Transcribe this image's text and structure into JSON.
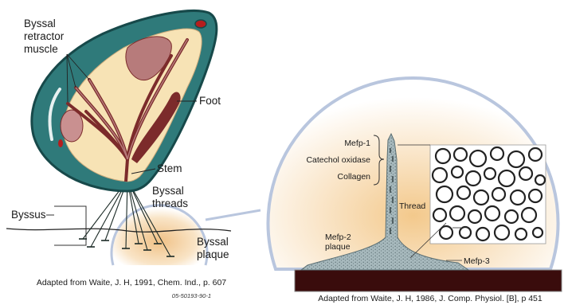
{
  "left_diagram": {
    "labels": {
      "byssal_retractor_line1": "Byssal",
      "byssal_retractor_line2": "retractor",
      "byssal_retractor_line3": "muscle",
      "foot": "Foot",
      "stem": "Stem",
      "byssal_threads_line1": "Byssal",
      "byssal_threads_line2": "threads",
      "byssus": "Byssus",
      "byssal_plaque_line1": "Byssal",
      "byssal_plaque_line2": "plaque"
    },
    "caption": "Adapted from Waite, J. H, 1991, Chem. Ind., p. 607",
    "figure_code": "05-50193-90-1"
  },
  "right_diagram": {
    "labels": {
      "mefp1": "Mefp-1",
      "catechol_oxidase": "Catechol oxidase",
      "collagen": "Collagen",
      "thread": "Thread",
      "mefp2_line1": "Mefp-2",
      "mefp2_line2": "plaque",
      "mefp3": "Mefp-3"
    },
    "caption": "Adapted from Waite, J. H, 1986, J. Comp. Physiol. [B], p 451"
  },
  "colors": {
    "shell_teal": "#2f7a7a",
    "shell_dark": "#17494a",
    "body_cream": "#f7e3b5",
    "muscle_maroon": "#7c2b2b",
    "muscle_pink": "#b77b7b",
    "plaque_peach": "#f5c78a",
    "outline_blue": "#b9c6de",
    "substrate": "#3a0c0c",
    "thread_gray": "#a7b9bd"
  }
}
